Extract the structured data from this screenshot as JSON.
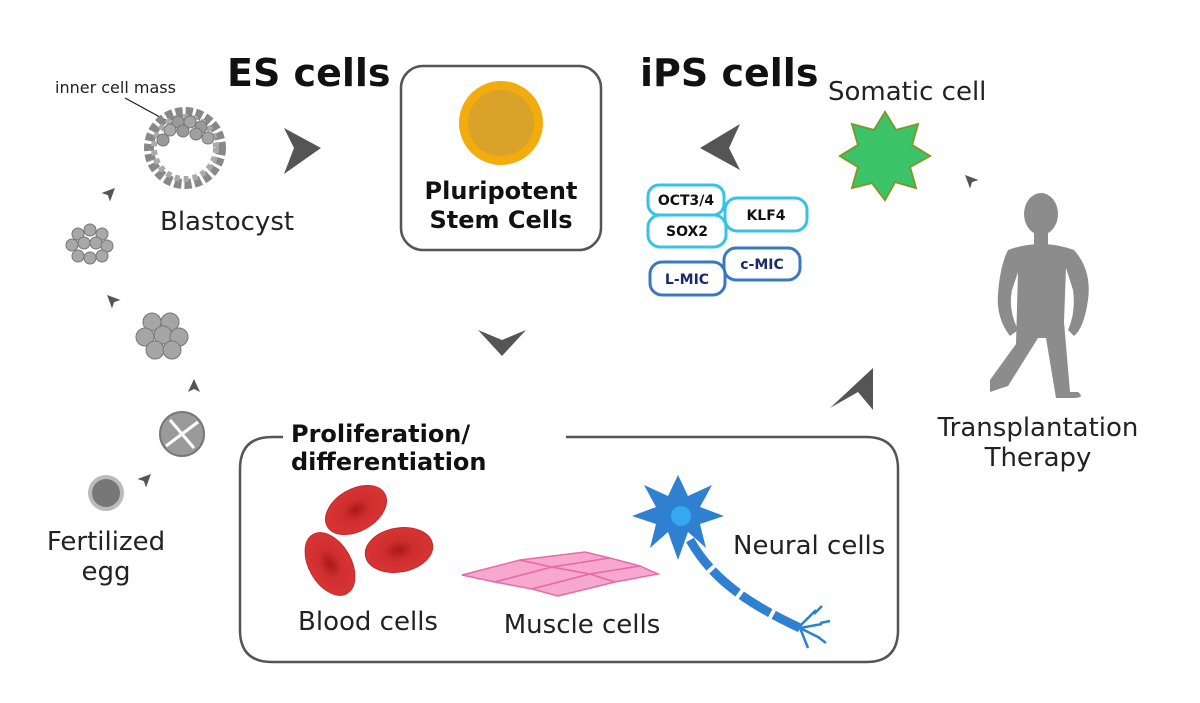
{
  "headings": {
    "es_cells": "ES cells",
    "ips_cells": "iPS cells"
  },
  "center_box": {
    "line1": "Pluripotent",
    "line2": "Stem Cells"
  },
  "development": {
    "inner_cell_mass": "inner cell mass",
    "blastocyst": "Blastocyst",
    "fertilized_line1": "Fertilized",
    "fertilized_line2": "egg"
  },
  "somatic": {
    "label": "Somatic cell"
  },
  "factors": {
    "oct": "OCT3/4",
    "klf": "KLF4",
    "sox": "SOX2",
    "lmic": "L-MIC",
    "cmic": "c-MIC"
  },
  "transplant": {
    "line1": "Transplantation",
    "line2": "Therapy"
  },
  "differentiation": {
    "title_line1": "Proliferation/",
    "title_line2": "differentiation",
    "blood": "Blood cells",
    "muscle": "Muscle cells",
    "neural": "Neural cells"
  },
  "colors": {
    "arrow": "#555555",
    "cell_gray": "#9a9a9a",
    "stem_orange": "#f2ac0e",
    "stem_inner": "#d9a229",
    "somatic_green": "#3cc46a",
    "blood_red": "#cc2b2b",
    "muscle_pink": "#f49ac8",
    "neuron_blue": "#2f80d1",
    "factor_cyan": "#35c3ea",
    "factor_blue": "#3a78c3"
  }
}
